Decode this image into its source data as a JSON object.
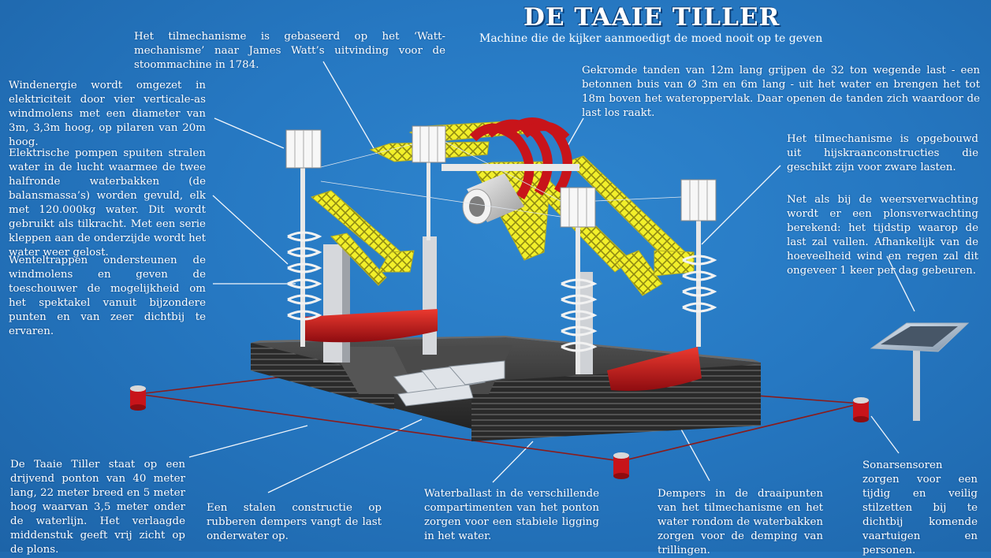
{
  "header": {
    "title": "DE TAAIE TILLER",
    "subtitle": "Machine die de kijker aanmoedigt de moed nooit op te geven"
  },
  "annotations": {
    "watt": "Het tilmechanisme is gebaseerd op het ‘Watt-mechanisme’ naar James Watt’s uitvinding voor de stoommachine in 1784.",
    "wind": "Windenergie wordt omgezet in elektriciteit door vier verticale-as windmolens met een diameter van 3m, 3,3m hoog, op pilaren van 20m hoog.",
    "pumps": "Elektrische pompen spuiten stralen water in de lucht waarmee de twee halfronde waterbakken (de balansmassa’s) worden gevuld, elk met 120.000kg water. Dit wordt gebruikt als tilkracht. Met een serie kleppen aan de onderzijde wordt het water weer gelost.",
    "stairs": "Wenteltrappen ondersteunen de windmolens en geven de toeschouwer de mogelijkheid om het spektakel vanuit bijzondere punten en van zeer dichtbij te ervaren.",
    "teeth": "Gekromde tanden van 12m lang grijpen de 32 ton wegende last - een betonnen buis van Ø 3m en 6m lang - uit het water en brengen het tot 18m boven het wateroppervlak. Daar openen de tanden zich waardoor de last los raakt.",
    "cranes": "Het tilmechanisme is opgebouwd uit hijskraanconstructies die geschikt zijn voor zware lasten.",
    "forecast": "Net als bij de weersverwachting wordt er een plonsverwachting berekend: het tijdstip waarop de last zal vallen. Afhankelijk van de hoeveelheid wind en regen zal dit ongeveer 1 keer per dag gebeuren.",
    "ponton": "De Taaie Tiller staat op een drijvend ponton van 40 meter lang, 22 meter breed en 5 meter hoog waarvan 3,5 meter onder de waterlijn. Het verlaagde middenstuk geeft vrij zicht op de plons.",
    "steel": "Een stalen constructie op rubberen dempers vangt de last onderwater op.",
    "ballast": "Waterballast in de verschillende compartimenten van het ponton zorgen voor een stabiele ligging in het water.",
    "dampers": "Dempers in de draaipunten van het tilmechanisme en het water rondom de waterbakken zorgen voor de demping van trillingen.",
    "sonar": "Sonarsensoren zorgen voor een tijdig en veilig stilzetten bij te dichtbij komende vaartuigen en personen."
  },
  "colors": {
    "background": "#2678c2",
    "truss": "#f2ef2a",
    "red": "#c8141a",
    "pontoon": "#3a3a3a",
    "text": "#ffffff"
  }
}
